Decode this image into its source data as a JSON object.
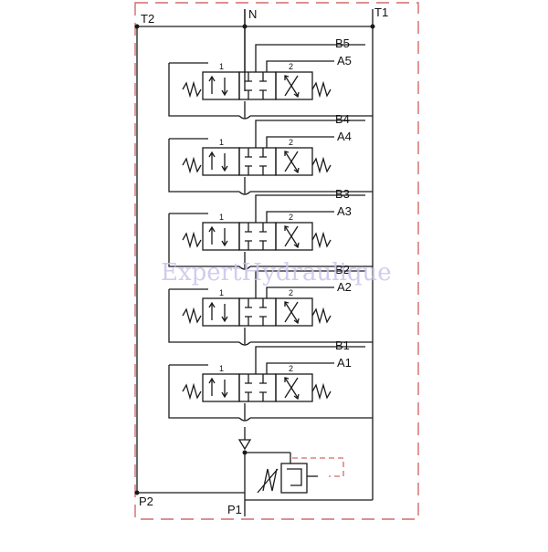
{
  "ports": {
    "t2": "T2",
    "n": "N",
    "t1": "T1",
    "p2": "P2",
    "p1": "P1"
  },
  "sections": [
    {
      "b": "B5",
      "a": "A5",
      "pos_left": "1",
      "pos_right": "2"
    },
    {
      "b": "B4",
      "a": "A4",
      "pos_left": "1",
      "pos_right": "2"
    },
    {
      "b": "B3",
      "a": "A3",
      "pos_left": "1",
      "pos_right": "2"
    },
    {
      "b": "B2",
      "a": "A2",
      "pos_left": "1",
      "pos_right": "2"
    },
    {
      "b": "B1",
      "a": "A1",
      "pos_left": "1",
      "pos_right": "2"
    }
  ],
  "watermark": "ExpertHydraulique",
  "colors": {
    "line": "#1a1a1a",
    "boundary": "#d46a6a",
    "watermark": "#c9c4ec"
  }
}
